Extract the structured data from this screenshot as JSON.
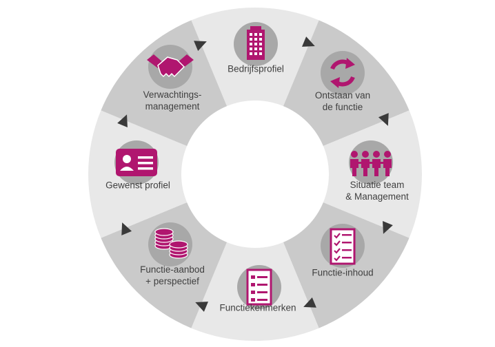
{
  "diagram": {
    "colors": {
      "segment_light": "#e8e8e8",
      "segment_dark": "#cacaca",
      "icon_circle": "#a8a8a8",
      "accent": "#b0166f",
      "arrow": "#3a3a3a",
      "text": "#3f3f3f"
    },
    "segments": [
      {
        "label": "Bedrijfsprofiel",
        "icon": "building-icon"
      },
      {
        "label": "Ontstaan van\nde functie",
        "icon": "refresh-cycle-icon"
      },
      {
        "label": "Situatie team\n& Management",
        "icon": "team-people-icon"
      },
      {
        "label": "Functie-inhoud",
        "icon": "checklist-icon"
      },
      {
        "label": "Functiekenmerken",
        "icon": "list-document-icon"
      },
      {
        "label": "Functie-aanbod\n+ perspectief",
        "icon": "coins-icon"
      },
      {
        "label": "Gewenst profiel",
        "icon": "id-card-icon"
      },
      {
        "label": "Verwachtings-\nmanagement",
        "icon": "handshake-icon"
      }
    ]
  }
}
